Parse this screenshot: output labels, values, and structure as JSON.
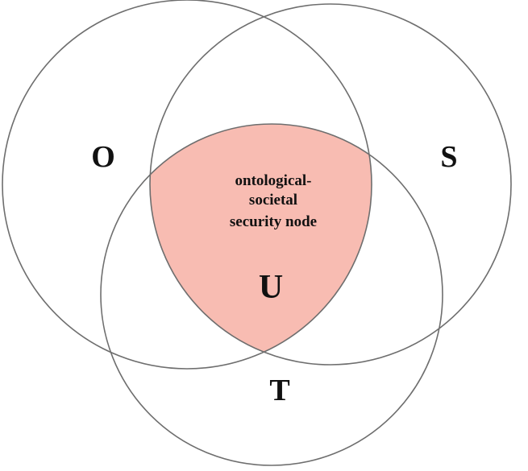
{
  "diagram": {
    "type": "venn",
    "sets": [
      {
        "label": "O"
      },
      {
        "label": "S"
      },
      {
        "label": "T"
      }
    ],
    "intersection": {
      "label": "U",
      "description_lines": [
        "ontological-",
        "societal",
        "security node"
      ],
      "fill_color": "#f8bcb2"
    },
    "stroke_color": "#6e6e6e"
  }
}
